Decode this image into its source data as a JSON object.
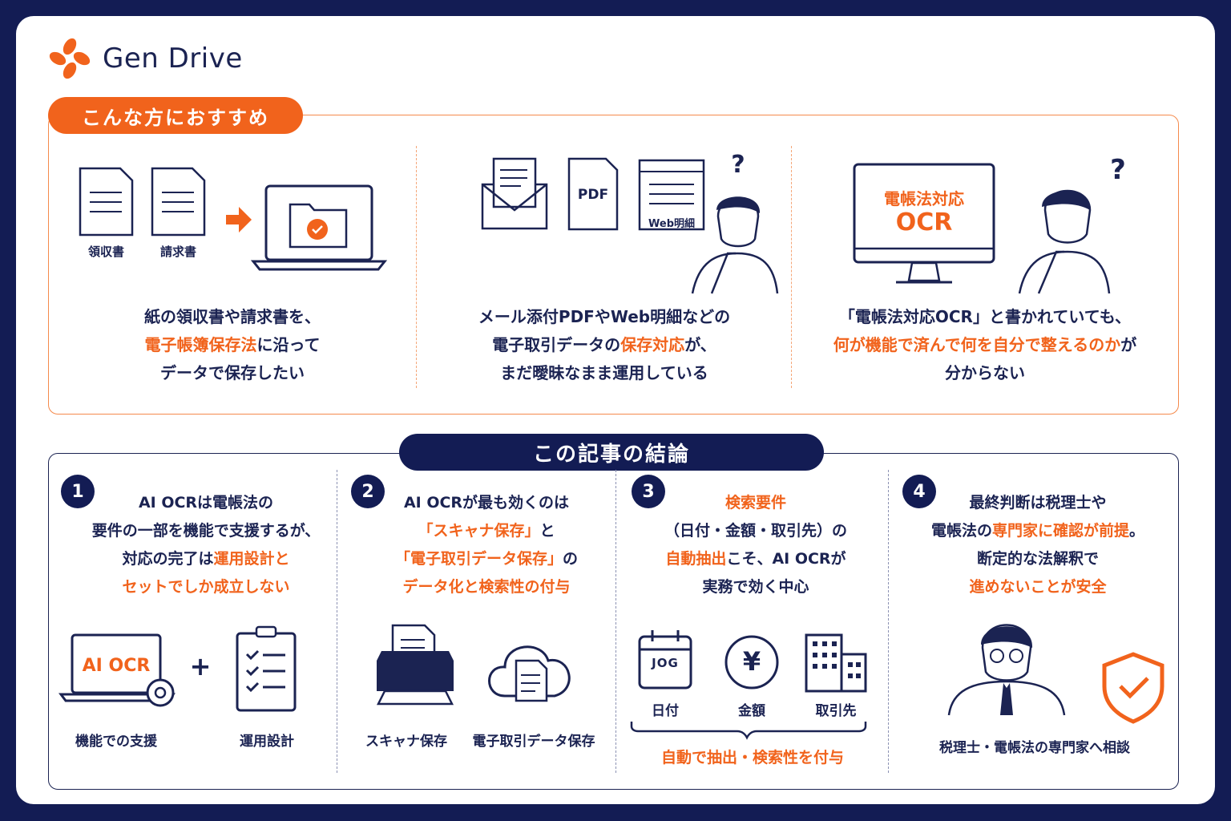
{
  "brand": {
    "name": "Gen Drive",
    "accent": "#f1631c",
    "navy": "#131c54"
  },
  "section1": {
    "tag": "こんな方におすすめ",
    "col1": {
      "doc1": "領収書",
      "doc2": "請求書",
      "line1": "紙の領収書や請求書を、",
      "line2_hl": "電子帳簿保存法",
      "line2_rest": "に沿って",
      "line3": "データで保存したい"
    },
    "col2": {
      "pdf": "PDF",
      "web": "Web明細",
      "q": "?",
      "line1": "メール添付PDFやWeb明細などの",
      "line2_a": "電子取引データの",
      "line2_hl": "保存対応",
      "line2_b": "が、",
      "line3": "まだ曖昧なまま運用している"
    },
    "col3": {
      "screen1": "電帳法対応",
      "screen2": "OCR",
      "q": "?",
      "line1": "「電帳法対応OCR」と書かれていても、",
      "line2_hl": "何が機能で済んで何を自分で整えるのか",
      "line2_b": "が",
      "line3": "分からない"
    }
  },
  "section2": {
    "tag": "この記事の結論",
    "items": [
      {
        "num": "1",
        "l1": "AI OCRは電帳法の",
        "l2": "要件の一部を機能で支援するが、",
        "l3a": "対応の完了は",
        "l3hl": "運用設計と",
        "l4hl": "セットでしか成立しない",
        "screen": "AI OCR",
        "plus": "+",
        "cap1": "機能での支援",
        "cap2": "運用設計"
      },
      {
        "num": "2",
        "l1": "AI OCRが最も効くのは",
        "l2hl": "「スキャナ保存」",
        "l2b": "と",
        "l3hl": "「電子取引データ保存」",
        "l3b": "の",
        "l4hl": "データ化と検索性の付与",
        "cap1": "スキャナ保存",
        "cap2": "電子取引データ保存"
      },
      {
        "num": "3",
        "l1hl": "検索要件",
        "l2": "（日付・金額・取引先）の",
        "l3hl": "自動抽出",
        "l3b": "こそ、AI OCRが",
        "l4": "実務で効く中心",
        "cal": "JOG",
        "cap1": "日付",
        "cap2": "金額",
        "cap3": "取引先",
        "yen": "¥",
        "bottom": "自動で抽出・検索性を付与"
      },
      {
        "num": "4",
        "l1": "最終判断は税理士や",
        "l2a": "電帳法の",
        "l2hl": "専門家に確認が前提",
        "l2b": "。",
        "l3": "断定的な法解釈で",
        "l4hl": "進めないことが安全",
        "cap": "税理士・電帳法の専門家へ相談"
      }
    ]
  }
}
